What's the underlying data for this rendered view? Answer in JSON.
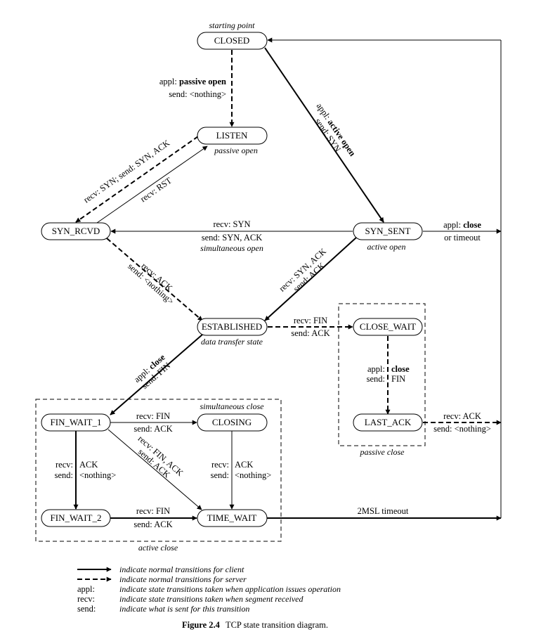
{
  "states": {
    "closed": "CLOSED",
    "listen": "LISTEN",
    "syn_rcvd": "SYN_RCVD",
    "syn_sent": "SYN_SENT",
    "established": "ESTABLISHED",
    "close_wait": "CLOSE_WAIT",
    "last_ack": "LAST_ACK",
    "fin_wait_1": "FIN_WAIT_1",
    "fin_wait_2": "FIN_WAIT_2",
    "closing": "CLOSING",
    "time_wait": "TIME_WAIT"
  },
  "notes": {
    "starting_point": "starting point",
    "passive_open": "passive open",
    "active_open": "active open",
    "simultaneous_open": "simultaneous open",
    "data_transfer_state": "data transfer state",
    "simultaneous_close": "simultaneous close",
    "active_close": "active close",
    "passive_close": "passive close"
  },
  "transitions": {
    "closed_listen": {
      "appl_prefix": "appl: ",
      "appl": "passive open",
      "send": "send: <nothing>"
    },
    "closed_synsent": {
      "appl_prefix": "appl: ",
      "appl": "active open",
      "send": "send: SYN"
    },
    "listen_synrcvd": "recv: SYN;  send: SYN, ACK",
    "synrcvd_listen": "recv: RST",
    "synsent_synrcvd": {
      "recv": "recv: SYN",
      "send": "send: SYN, ACK"
    },
    "synsent_close": {
      "appl_prefix": "appl: ",
      "appl": "close",
      "line2": "or timeout"
    },
    "synrcvd_est": {
      "recv": "recv: ACK",
      "send": "send: <nothing>"
    },
    "synsent_est": {
      "recv": "recv: SYN, ACK",
      "send": "send: ACK"
    },
    "est_closewait": {
      "recv": "recv: FIN",
      "send": "send: ACK"
    },
    "closewait_lastack": {
      "appl_prefix": "appl:",
      "appl": "close",
      "send_prefix": "send:",
      "send": "FIN"
    },
    "lastack_closed": {
      "recv": "recv: ACK",
      "send": "send: <nothing>"
    },
    "est_finwait1": {
      "appl_prefix": "appl: ",
      "appl": "close",
      "send": "send: FIN"
    },
    "finwait1_closing": {
      "recv": "recv: FIN",
      "send": "send: ACK"
    },
    "finwait1_timewait": {
      "recv": "recv: FIN, ACK",
      "send": "send: ACK"
    },
    "finwait1_finwait2": {
      "recv_prefix": "recv:",
      "recv": "ACK",
      "send_prefix": "send:",
      "send": "<nothing>"
    },
    "closing_timewait": {
      "recv_prefix": "recv:",
      "recv": "ACK",
      "send_prefix": "send:",
      "send": "<nothing>"
    },
    "finwait2_timewait": {
      "recv": "recv: FIN",
      "send": "send: ACK"
    },
    "timewait_closed": "2MSL timeout"
  },
  "legend": {
    "client": "indicate normal transitions for client",
    "server": "indicate normal transitions for server",
    "appl_key": "appl:",
    "appl": "indicate state transitions taken when application issues operation",
    "recv_key": "recv:",
    "recv": "indicate state transitions taken when segment received",
    "send_key": "send:",
    "send": "indicate what is sent for this transition"
  },
  "caption": {
    "label": "Figure 2.4",
    "text": "TCP state transition diagram."
  }
}
